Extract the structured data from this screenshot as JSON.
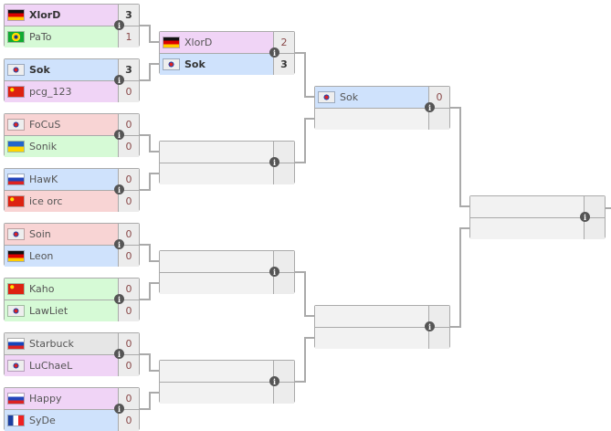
{
  "colors": {
    "pink": "#f0d4f6",
    "green": "#d6fad6",
    "blue": "#cfe2fc",
    "red": "#f8d4d4",
    "grey": "#e6e6e6",
    "empty": "#f2f2f2"
  },
  "info_icon": "i",
  "rounds": [
    [
      {
        "p": [
          {
            "name": "XlorD",
            "flag": "de",
            "score": "3",
            "color": "pink",
            "win": true
          },
          {
            "name": "PaTo",
            "flag": "br",
            "score": "1",
            "color": "green"
          }
        ]
      },
      {
        "p": [
          {
            "name": "Sok",
            "flag": "kr",
            "score": "3",
            "color": "blue",
            "win": true
          },
          {
            "name": "pcg_123",
            "flag": "cn",
            "score": "0",
            "color": "pink"
          }
        ]
      },
      {
        "p": [
          {
            "name": "FoCuS",
            "flag": "kr",
            "score": "0",
            "color": "red"
          },
          {
            "name": "Sonik",
            "flag": "ua",
            "score": "0",
            "color": "green"
          }
        ]
      },
      {
        "p": [
          {
            "name": "HawK",
            "flag": "ru",
            "score": "0",
            "color": "blue"
          },
          {
            "name": "ice orc",
            "flag": "cn",
            "score": "0",
            "color": "red"
          }
        ]
      },
      {
        "p": [
          {
            "name": "Soin",
            "flag": "kr",
            "score": "0",
            "color": "red"
          },
          {
            "name": "Leon",
            "flag": "de",
            "score": "0",
            "color": "blue"
          }
        ]
      },
      {
        "p": [
          {
            "name": "Kaho",
            "flag": "cn",
            "score": "0",
            "color": "green"
          },
          {
            "name": "LawLiet",
            "flag": "kr",
            "score": "0",
            "color": "green"
          }
        ]
      },
      {
        "p": [
          {
            "name": "Starbuck",
            "flag": "si",
            "score": "0",
            "color": "grey"
          },
          {
            "name": "LuChaeL",
            "flag": "kr",
            "score": "0",
            "color": "pink"
          }
        ]
      },
      {
        "p": [
          {
            "name": "Happy",
            "flag": "ru",
            "score": "0",
            "color": "pink"
          },
          {
            "name": "SyDe",
            "flag": "fr",
            "score": "0",
            "color": "blue"
          }
        ]
      }
    ],
    [
      {
        "p": [
          {
            "name": "XlorD",
            "flag": "de",
            "score": "2",
            "color": "pink"
          },
          {
            "name": "Sok",
            "flag": "kr",
            "score": "3",
            "color": "blue",
            "win": true
          }
        ]
      },
      {
        "p": [
          {},
          {}
        ]
      },
      {
        "p": [
          {},
          {}
        ]
      },
      {
        "p": [
          {},
          {}
        ]
      }
    ],
    [
      {
        "p": [
          {
            "name": "Sok",
            "flag": "kr",
            "score": "0",
            "color": "blue"
          },
          {}
        ]
      },
      {
        "p": [
          {},
          {}
        ]
      }
    ],
    [
      {
        "p": [
          {},
          {}
        ]
      }
    ]
  ]
}
